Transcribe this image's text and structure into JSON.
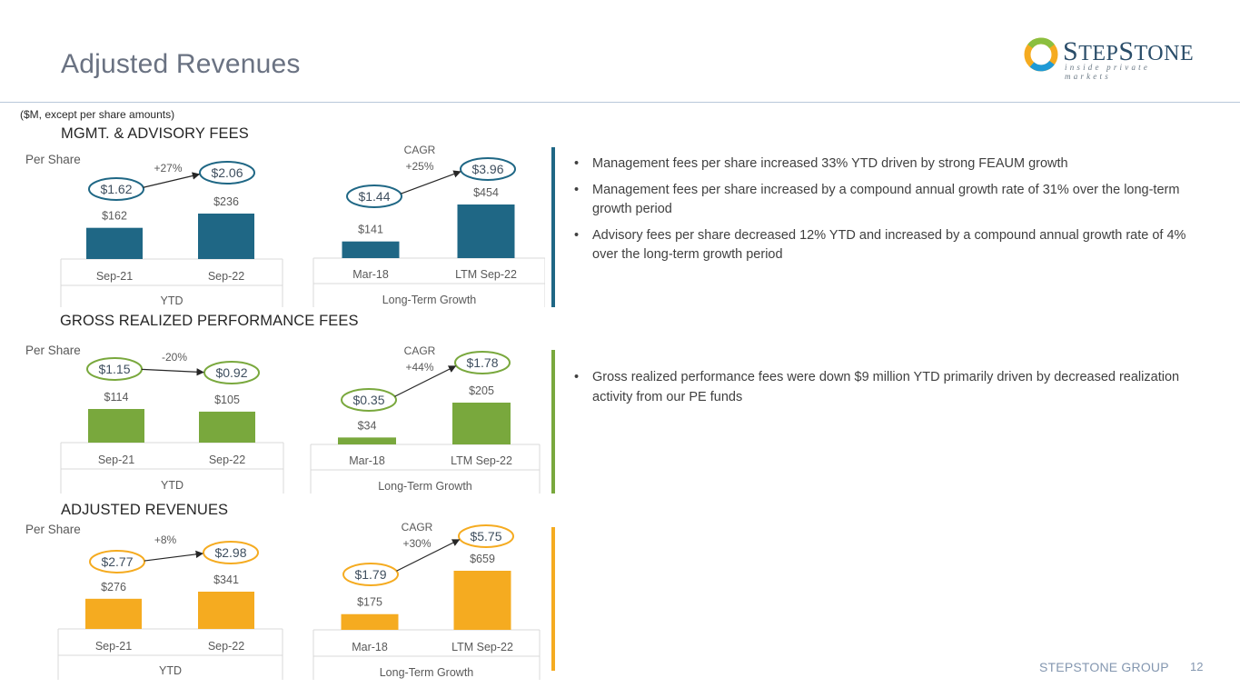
{
  "title": "Adjusted Revenues",
  "logo": {
    "word_first": "S",
    "word_mid": "TEP",
    "word_second": "S",
    "word_end": "TONE",
    "tagline": "inside private markets"
  },
  "units_note": "($M, except per share amounts)",
  "colors": {
    "mgmt": "#1f6785",
    "perf": "#79a83d",
    "adj": "#f5ab20",
    "per_share_text": "#3f4f5f"
  },
  "sections": [
    {
      "title": "MGMT. & ADVISORY FEES",
      "key": "mgmt",
      "bullets": [
        "Management fees per share increased 33% YTD driven by strong FEAUM growth",
        "Management fees per share increased by a compound annual growth rate of 31% over the long-term growth period",
        "Advisory fees per share decreased 12% YTD and increased by a compound annual growth rate of 4% over the long-term growth period"
      ]
    },
    {
      "title": "GROSS REALIZED PERFORMANCE FEES",
      "key": "perf",
      "bullets": [
        "Gross realized performance fees were down $9 million YTD primarily driven by decreased realization activity from our PE funds"
      ]
    },
    {
      "title": "ADJUSTED REVENUES",
      "key": "adj",
      "bullets": []
    }
  ],
  "chart_data": [
    {
      "type": "bar",
      "section": "MGMT. & ADVISORY FEES",
      "group_label": "YTD",
      "per_share_label": "Per Share",
      "categories": [
        "Sep-21",
        "Sep-22"
      ],
      "values": [
        162,
        236
      ],
      "value_labels": [
        "$162",
        "$236"
      ],
      "per_share": [
        "$1.62",
        "$2.06"
      ],
      "change_label": [
        "+27%"
      ]
    },
    {
      "type": "bar",
      "section": "MGMT. & ADVISORY FEES",
      "group_label": "Long-Term Growth",
      "categories": [
        "Mar-18",
        "LTM Sep-22"
      ],
      "values": [
        141,
        454
      ],
      "value_labels": [
        "$141",
        "$454"
      ],
      "per_share": [
        "$1.44",
        "$3.96"
      ],
      "change_label": [
        "CAGR",
        "+25%"
      ]
    },
    {
      "type": "bar",
      "section": "GROSS REALIZED PERFORMANCE FEES",
      "group_label": "YTD",
      "per_share_label": "Per Share",
      "categories": [
        "Sep-21",
        "Sep-22"
      ],
      "values": [
        114,
        105
      ],
      "value_labels": [
        "$114",
        "$105"
      ],
      "per_share": [
        "$1.15",
        "$0.92"
      ],
      "change_label": [
        "-20%"
      ]
    },
    {
      "type": "bar",
      "section": "GROSS REALIZED PERFORMANCE FEES",
      "group_label": "Long-Term Growth",
      "categories": [
        "Mar-18",
        "LTM Sep-22"
      ],
      "values": [
        34,
        205
      ],
      "value_labels": [
        "$34",
        "$205"
      ],
      "per_share": [
        "$0.35",
        "$1.78"
      ],
      "change_label": [
        "CAGR",
        "+44%"
      ]
    },
    {
      "type": "bar",
      "section": "ADJUSTED REVENUES",
      "group_label": "YTD",
      "per_share_label": "Per Share",
      "categories": [
        "Sep-21",
        "Sep-22"
      ],
      "values": [
        276,
        341
      ],
      "value_labels": [
        "$276",
        "$341"
      ],
      "per_share": [
        "$2.77",
        "$2.98"
      ],
      "change_label": [
        "+8%"
      ]
    },
    {
      "type": "bar",
      "section": "ADJUSTED REVENUES",
      "group_label": "Long-Term Growth",
      "categories": [
        "Mar-18",
        "LTM Sep-22"
      ],
      "values": [
        175,
        659
      ],
      "value_labels": [
        "$175",
        "$659"
      ],
      "per_share": [
        "$1.79",
        "$5.75"
      ],
      "change_label": [
        "CAGR",
        "+30%"
      ]
    }
  ],
  "footer": {
    "company": "STEPSTONE GROUP",
    "page": "12"
  }
}
